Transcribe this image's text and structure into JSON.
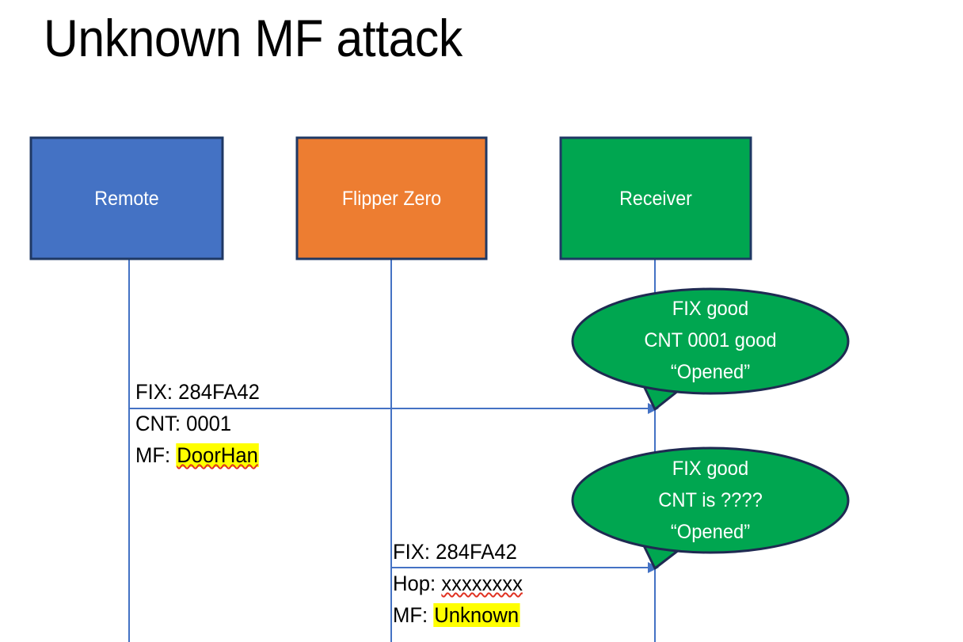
{
  "title": "Unknown MF attack",
  "colors": {
    "remote_fill": "#4472C4",
    "flipper_fill": "#ED7D31",
    "receiver_fill": "#00A650",
    "box_stroke": "#1F3864",
    "lifeline": "#4472C4",
    "arrow": "#4472C4",
    "bubble_fill": "#00A650",
    "bubble_stroke": "#1F2A52",
    "highlight": "#FFFF00",
    "spellcheck": "#E03020",
    "text_light": "#FFFFFF",
    "text_dark": "#000000"
  },
  "actors": [
    {
      "id": "remote",
      "label": "Remote"
    },
    {
      "id": "flipper",
      "label": "Flipper Zero"
    },
    {
      "id": "receiver",
      "label": "Receiver"
    }
  ],
  "messages": [
    {
      "id": "msg-1",
      "from": "remote",
      "to": "receiver",
      "lines": [
        {
          "label": "FIX:",
          "value": "284FA42",
          "highlight": false,
          "spellcheck": false
        },
        {
          "label": "CNT:",
          "value": "0001",
          "highlight": false,
          "spellcheck": false
        },
        {
          "label": "MF:",
          "value": "DoorHan",
          "highlight": true,
          "spellcheck": true
        }
      ]
    },
    {
      "id": "msg-2",
      "from": "flipper",
      "to": "receiver",
      "lines": [
        {
          "label": "FIX:",
          "value": "284FA42",
          "highlight": false,
          "spellcheck": false
        },
        {
          "label": "Hop:",
          "value": "xxxxxxxx",
          "highlight": false,
          "spellcheck": true
        },
        {
          "label": "MF:",
          "value": "Unknown",
          "highlight": true,
          "spellcheck": false
        }
      ]
    }
  ],
  "callouts": [
    {
      "id": "callout-1",
      "line1": "FIX good",
      "line2": "CNT 0001 good",
      "line3": "“Opened”"
    },
    {
      "id": "callout-2",
      "line1": "FIX good",
      "line2": "CNT is ????",
      "line3": "“Opened”"
    }
  ]
}
